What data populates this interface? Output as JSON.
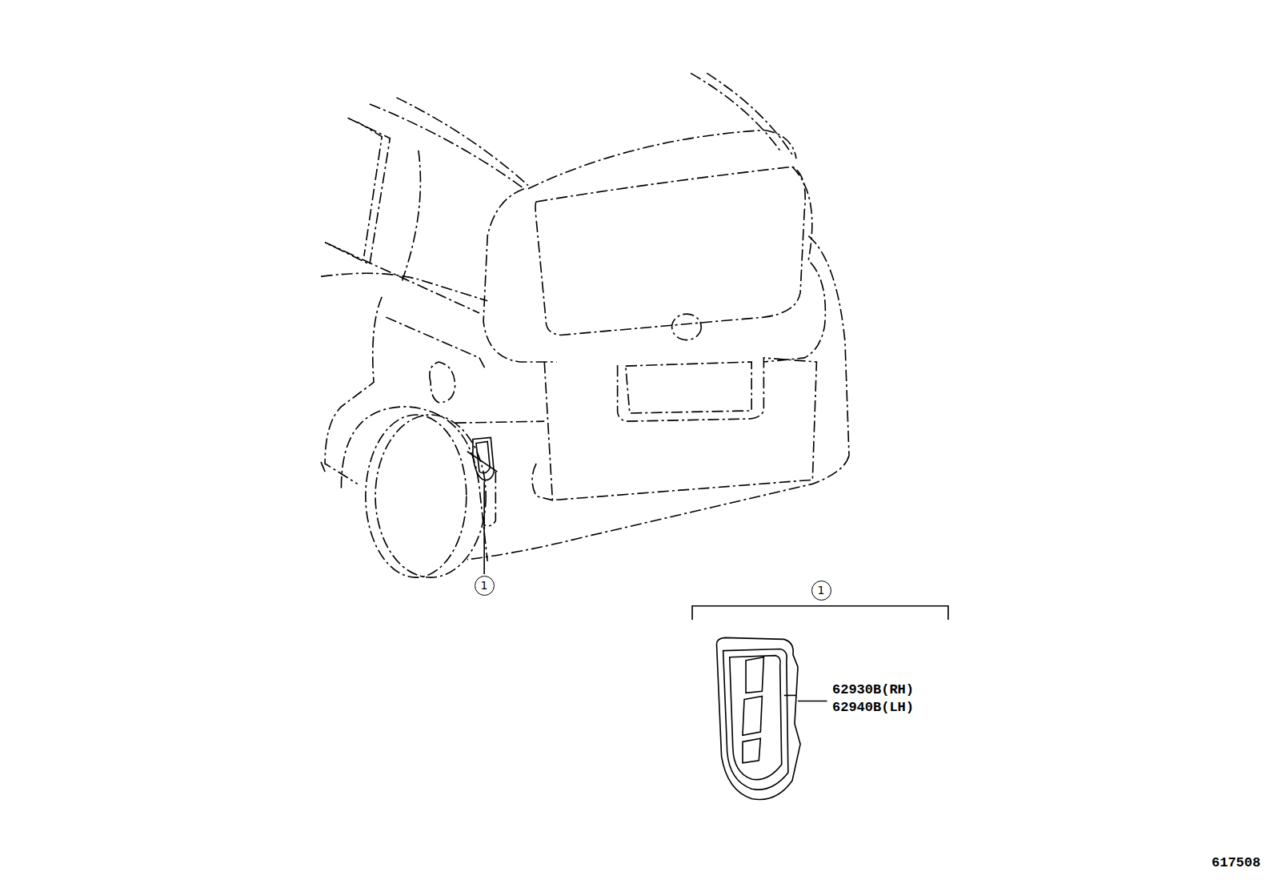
{
  "diagram": {
    "nodes": [
      {
        "text": [
          "1"
        ]
      },
      {
        "text": [
          "1"
        ]
      }
    ],
    "labels": [
      "62930B(RH)",
      "62940B(LH)",
      "617508"
    ]
  }
}
